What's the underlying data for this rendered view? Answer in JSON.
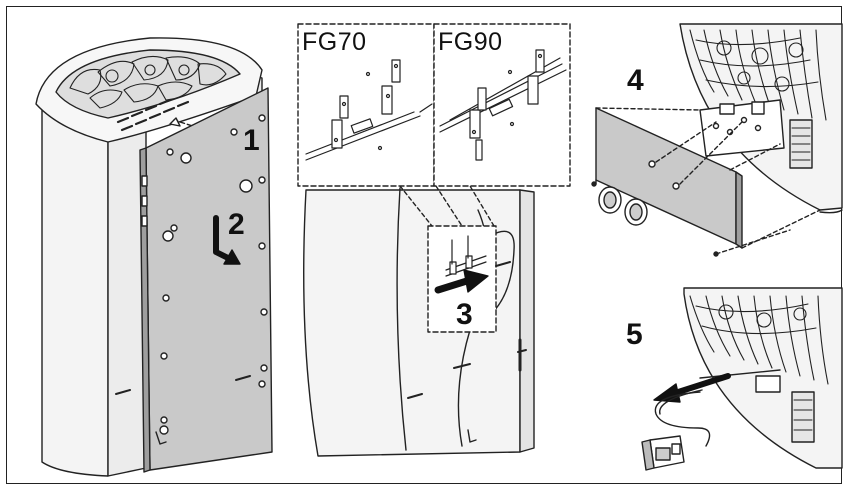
{
  "steps": {
    "s1": "1",
    "s2": "2",
    "s3": "3",
    "s4": "4",
    "s5": "5"
  },
  "models": {
    "left": "FG70",
    "right": "FG90"
  },
  "colors": {
    "line": "#222222",
    "panel": "#c9c9c9",
    "body": "#f4f4f4",
    "shade": "#dedede"
  }
}
